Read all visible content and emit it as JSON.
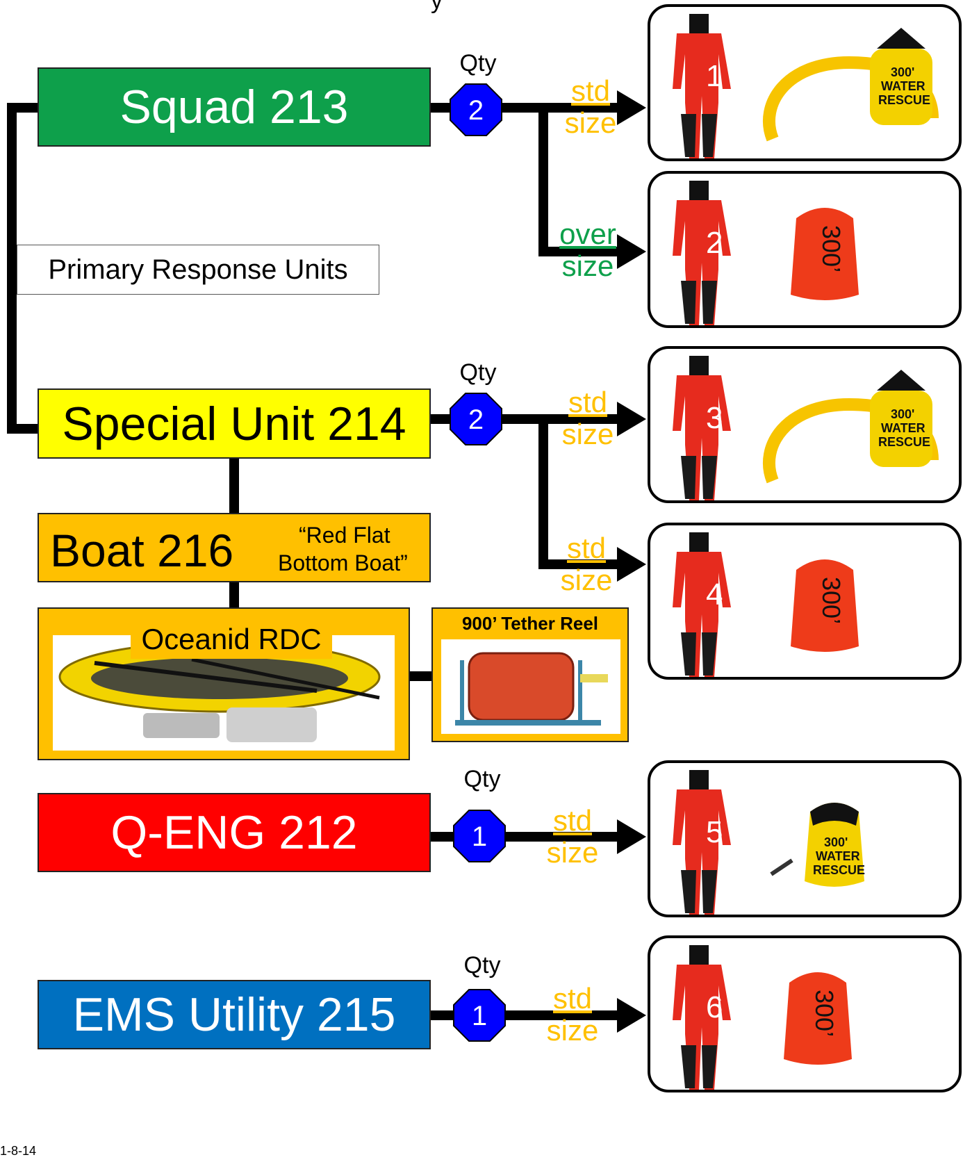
{
  "colors": {
    "squad": "#0ea04b",
    "special": "#ffff00",
    "boat": "#ffc000",
    "qeng": "#ff0000",
    "ems": "#0070c0",
    "size_std": "#ffc000",
    "size_over": "#0ea04b",
    "octagon": "#0000ff"
  },
  "top_text": "y",
  "units": {
    "squad": "Squad 213",
    "special": "Special Unit 214",
    "boat": "Boat 216",
    "boat_note_line1": "“Red Flat",
    "boat_note_line2": "Bottom Boat”",
    "qeng": "Q-ENG 212",
    "ems": "EMS Utility 215"
  },
  "primary_label": "Primary Response Units",
  "oceanid": "Oceanid RDC",
  "tether": "900’ Tether Reel",
  "qty_label": "Qty",
  "qty": {
    "squad": "2",
    "special": "2",
    "qeng": "1",
    "ems": "1"
  },
  "sizes": {
    "s1": [
      "std",
      "size"
    ],
    "s2": [
      "over",
      "size"
    ],
    "s3": [
      "std",
      "size"
    ],
    "s4": [
      "std",
      "size"
    ],
    "s5": [
      "std",
      "size"
    ],
    "s6": [
      "std",
      "size"
    ]
  },
  "kits": [
    "1",
    "2",
    "3",
    "4",
    "5",
    "6"
  ],
  "bag_text": "300’",
  "bag_yellow_line1": "300'",
  "bag_yellow_line2": "WATER",
  "bag_yellow_line3": "RESCUE",
  "footer_date": "1-8-14"
}
